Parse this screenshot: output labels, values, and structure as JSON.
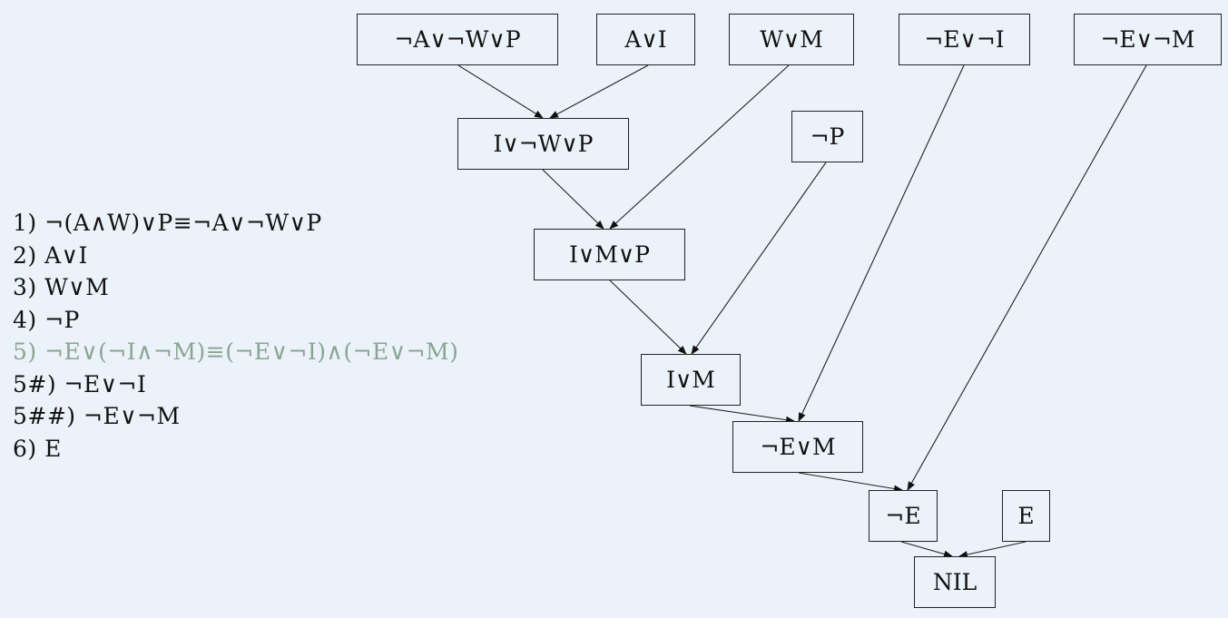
{
  "clauses": [
    {
      "text": "1) ¬(A∧W)∨P≡¬A∨¬W∨P",
      "muted": false
    },
    {
      "text": "2) A∨I",
      "muted": false
    },
    {
      "text": "3) W∨M",
      "muted": false
    },
    {
      "text": "4) ¬P",
      "muted": false
    },
    {
      "text": "5) ¬E∨(¬I∧¬M)≡(¬E∨¬I)∧(¬E∨¬M)",
      "muted": true
    },
    {
      "text": "5#) ¬E∨¬I",
      "muted": false
    },
    {
      "text": "5##) ¬E∨¬M",
      "muted": false
    },
    {
      "text": "6) E",
      "muted": false
    }
  ],
  "nodes": {
    "n1": "¬A∨¬W∨P",
    "n2": "A∨I",
    "n3": "W∨M",
    "n4": "¬E∨¬I",
    "n5": "¬E∨¬M",
    "n6": "I∨¬W∨P",
    "n7": "¬P",
    "n8": "I∨M∨P",
    "n9": "I∨M",
    "n10": "¬E∨M",
    "n11": "¬E",
    "n12": "E",
    "n13": "NIL"
  },
  "colors": {
    "muted": "#8aa592",
    "background": "#ecf2fa"
  }
}
